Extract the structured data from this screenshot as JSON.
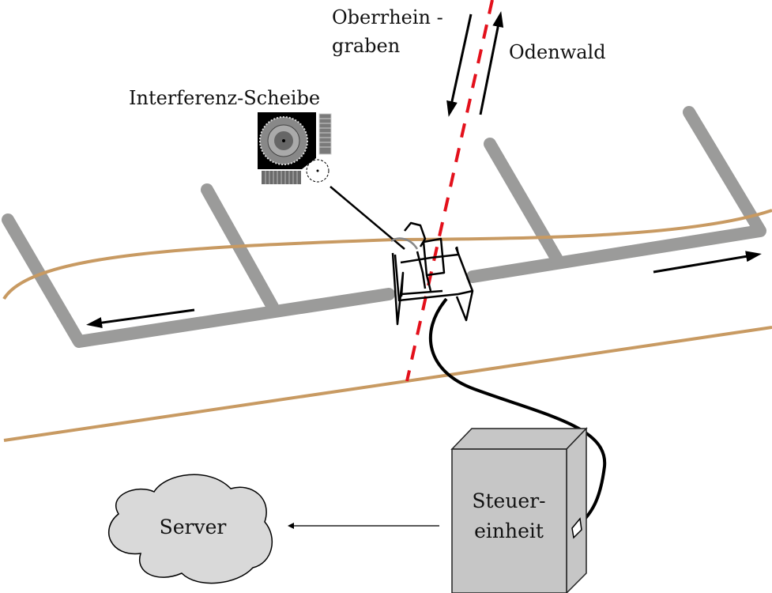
{
  "labels": {
    "graben_line1": "Oberrhein -",
    "graben_line2": "graben",
    "odenwald": "Odenwald",
    "disc": "Interferenz-Scheibe",
    "control_line1": "Steuer-",
    "control_line2": "einheit",
    "server": "Server"
  },
  "colors": {
    "fault_line": "#e3101b",
    "pipe": "#9b9b9a",
    "river": "#c89a62",
    "control_box": "#c6c6c6",
    "cloud": "#d9d9d9",
    "ink": "#000000"
  },
  "icons": {
    "interference_disc": "interference-disc-icon",
    "sensor_device": "sensor-device-icon",
    "control_unit": "control-box-icon",
    "server": "cloud-icon"
  }
}
